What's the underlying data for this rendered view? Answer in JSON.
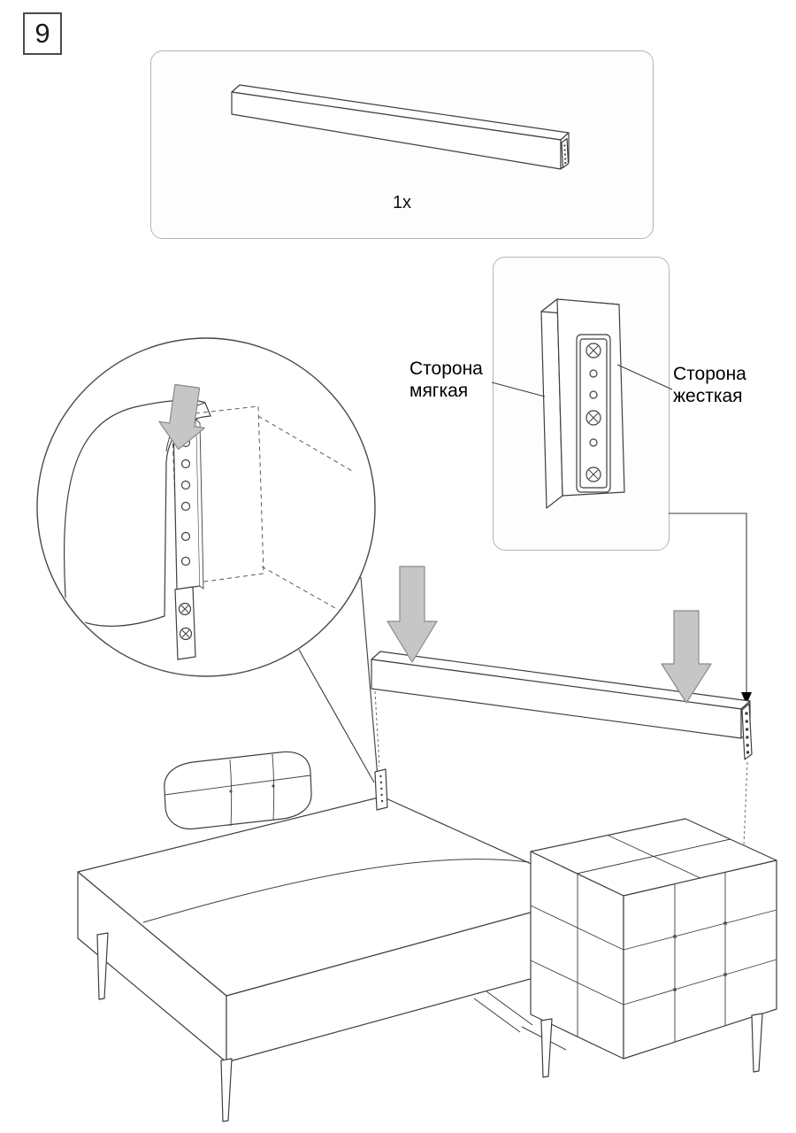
{
  "step": {
    "number": "9"
  },
  "parts_box": {
    "quantity_label": "1x"
  },
  "detail_callout": {
    "soft_side_label": {
      "line1": "Сторона",
      "line2": "мягкая"
    },
    "hard_side_label": {
      "line1": "Сторона",
      "line2": "жесткая"
    }
  },
  "colors": {
    "background": "#ffffff",
    "line": "#3f3f3f",
    "box_border": "#b4b4b4",
    "arrow_fill": "#c6c6c6",
    "arrow_stroke": "#8a8a8a"
  }
}
